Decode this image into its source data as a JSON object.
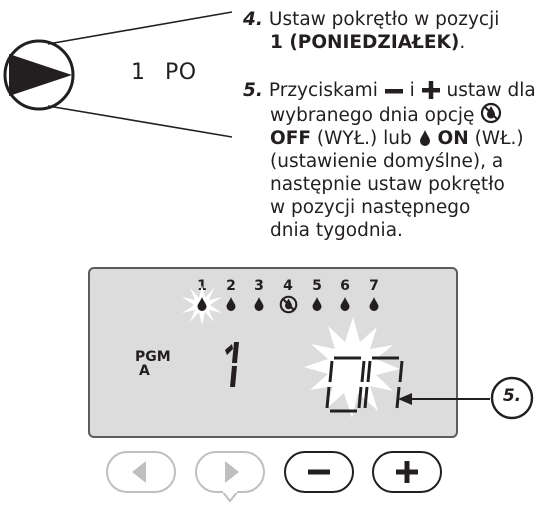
{
  "dial": {
    "position_number": "1",
    "position_day": "PO"
  },
  "step4": {
    "number": "4.",
    "text_line1": "Ustaw pokrętło w pozycji",
    "text_line2_bold": "1 (PONIEDZIAŁEK)",
    "text_line2_end": "."
  },
  "step5": {
    "number": "5.",
    "line1_a": "Przyciskami",
    "line1_b": "i",
    "line1_c": "ustaw dla",
    "line2": "wybranego dnia opcję",
    "line3_off": "OFF",
    "line3_wyl": "(WYŁ.) lub",
    "line3_on": "ON",
    "line3_wl": "(WŁ.)",
    "line4": "(ustawienie domyślne), a",
    "line5": "następnie ustaw pokrętło",
    "line6": "w pozycji następnego",
    "line7": "dnia tygodnia."
  },
  "lcd": {
    "days": [
      "1",
      "2",
      "3",
      "4",
      "5",
      "6",
      "7"
    ],
    "day_states": [
      "on-active",
      "on",
      "on",
      "off",
      "on",
      "on",
      "on"
    ],
    "pgm_label": "PGM",
    "pgm_sub": "A",
    "station_digit": "1",
    "display_value": "ON"
  },
  "callout": {
    "label": "5."
  },
  "buttons": {
    "prev": {
      "icon": "left-arrow-icon",
      "enabled": false
    },
    "next": {
      "icon": "right-arrow-icon",
      "enabled": false
    },
    "minus": {
      "icon": "minus-icon",
      "enabled": true
    },
    "plus": {
      "icon": "plus-icon",
      "enabled": true
    }
  },
  "colors": {
    "ink": "#231f20",
    "lcd_background": "#dcdcdc",
    "lcd_border": "#5c5c5c",
    "disabled_button": "#bfbfbf",
    "flash": "#ffffff"
  }
}
